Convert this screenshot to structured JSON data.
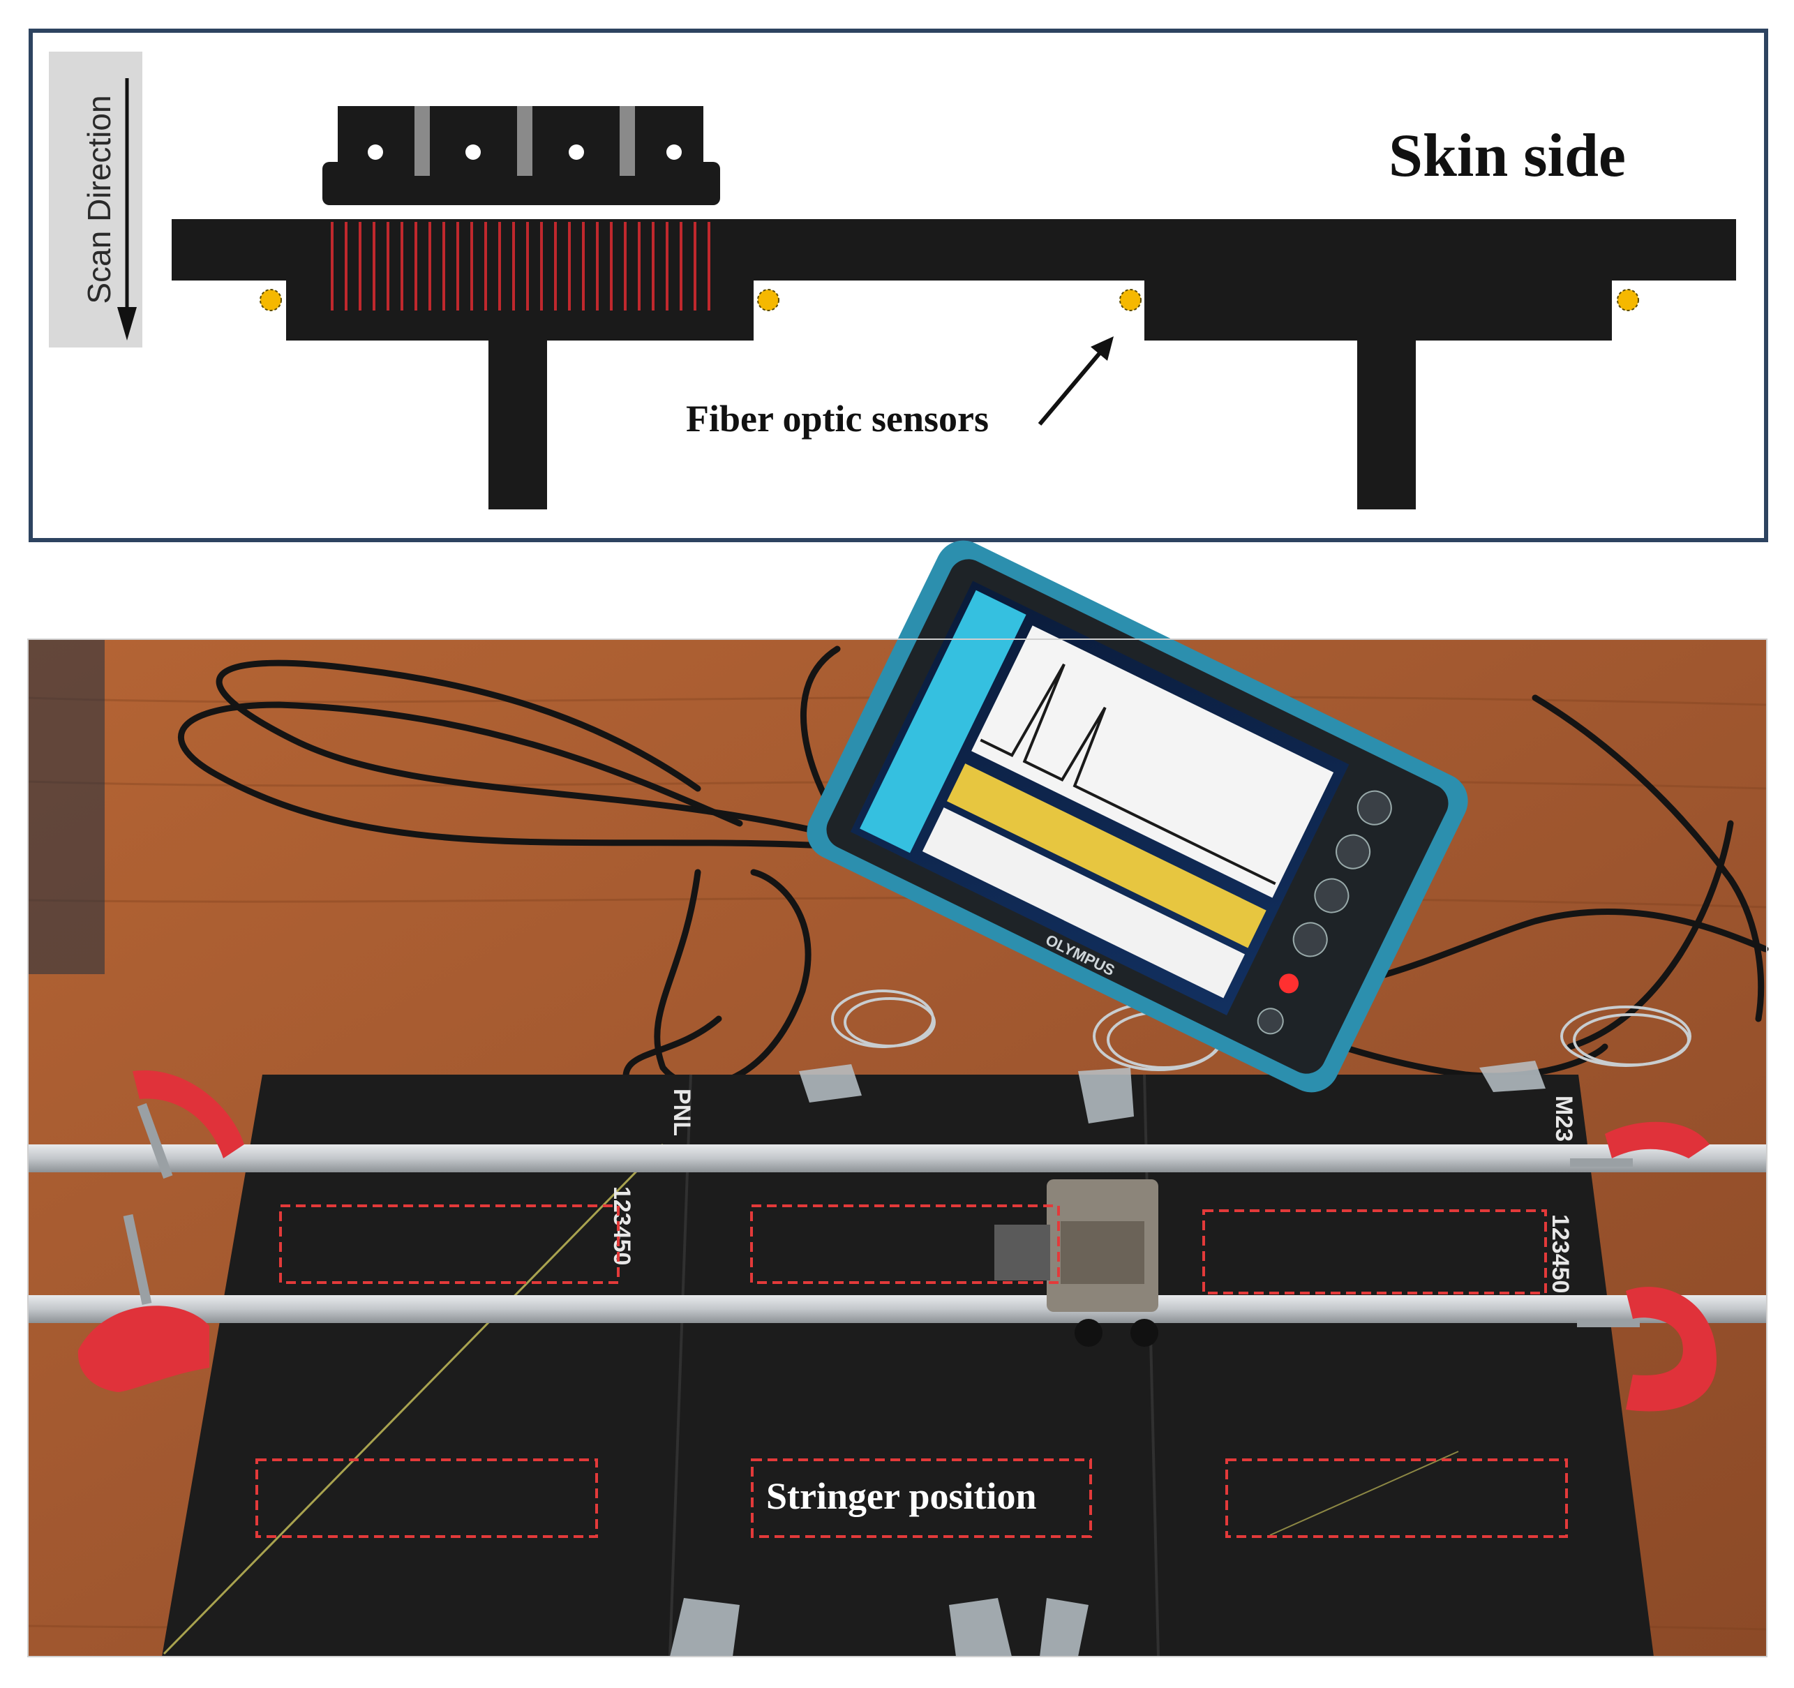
{
  "diagram": {
    "scan_direction_label": "Scan Direction",
    "skin_side_label": "Skin side",
    "sensors_label": "Fiber optic sensors",
    "colors": {
      "panel_border": "#2d4360",
      "structure": "#1a1a1a",
      "scan_lines": "#c0282d",
      "sensor": "#f5b800",
      "scan_direction_bg": "#d9d9d9"
    }
  },
  "photo": {
    "stringer_label": "Stringer position",
    "device_brand": "OLYMPUS",
    "panel_markings": [
      "PNL",
      "123450",
      "123450",
      "M23"
    ],
    "colors": {
      "table": "#a0572f",
      "panel": "#1c1c1c",
      "rail": "#c9ccd0",
      "clamp": "#e0323a",
      "device_frame": "#2c8fae",
      "roi_box": "#e33a3a"
    }
  }
}
